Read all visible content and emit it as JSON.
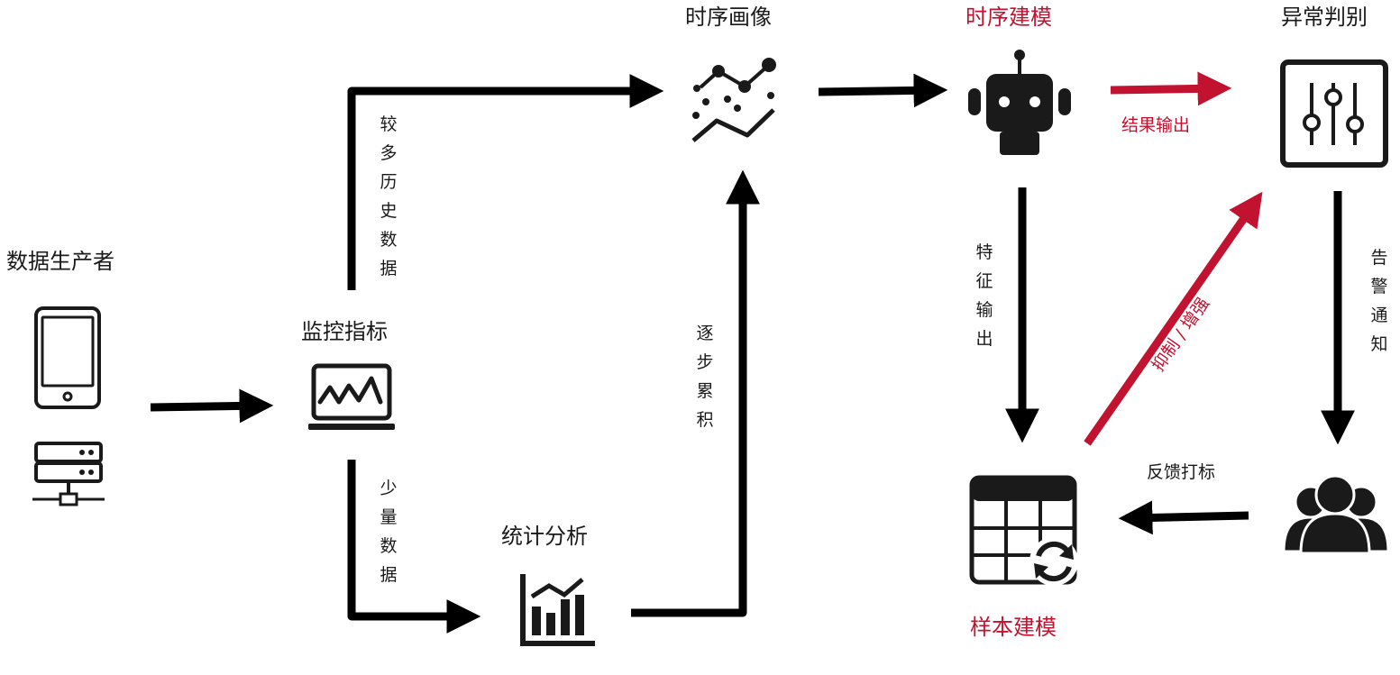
{
  "nodes": {
    "producer": "数据生产者",
    "monitor": "监控指标",
    "profile": "时序画像",
    "stats": "统计分析",
    "ts_model": "时序建模",
    "anomaly": "异常判别",
    "sample_model": "样本建模"
  },
  "edges": {
    "history": "较多历史数据",
    "little": "少量数据",
    "accumulate": "逐步累积",
    "result_out": "结果输出",
    "feature_out": "特征输出",
    "suppress": "抑制 / 增强",
    "alert": "告警通知",
    "feedback": "反馈打标"
  },
  "icons": {
    "tablet": "tablet-icon",
    "server": "server-icon",
    "monitor": "monitor-chart-icon",
    "scatter": "scatter-trend-icon",
    "bar_chart": "bar-chart-icon",
    "robot": "robot-icon",
    "sliders": "sliders-icon",
    "users": "users-icon",
    "table_sync": "table-sync-icon"
  },
  "colors": {
    "ink": "#1a1a1a",
    "accent": "#c1122f"
  }
}
